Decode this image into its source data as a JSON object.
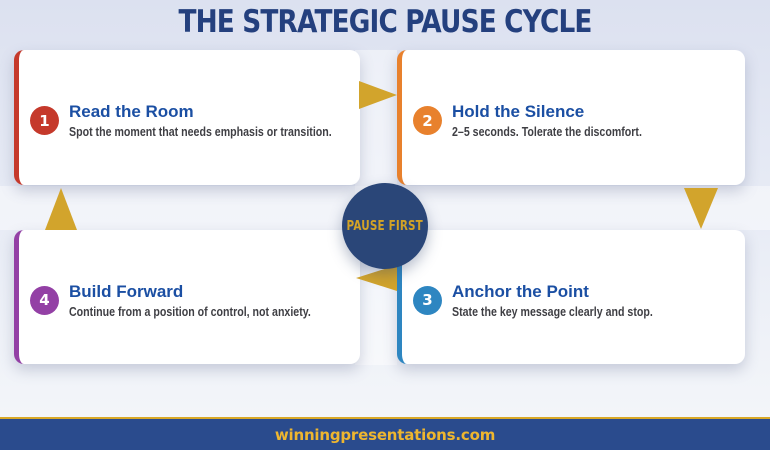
{
  "title": "THE STRATEGIC PAUSE CYCLE",
  "center_badge": {
    "label": "PAUSE FIRST"
  },
  "steps": [
    {
      "number": "1",
      "title": "Read the Room",
      "description": "Spot the moment that needs emphasis or transition.",
      "accent_color": "#c5392b"
    },
    {
      "number": "2",
      "title": "Hold the Silence",
      "description": "2–5 seconds. Tolerate the discomfort.",
      "accent_color": "#e8812d"
    },
    {
      "number": "3",
      "title": "Anchor the Point",
      "description": "State the key message clearly and stop.",
      "accent_color": "#2e86c1"
    },
    {
      "number": "4",
      "title": "Build Forward",
      "description": "Continue from a position of control, not anxiety.",
      "accent_color": "#9340a5"
    }
  ],
  "footer": {
    "website": "winningpresentations.com"
  },
  "colors": {
    "title_text": "#24407e",
    "card_title_text": "#1b4fa3",
    "card_body_text": "#3f3f44",
    "arrow_gold": "#d2a42c",
    "center_circle": "#2a4678",
    "center_label_gold": "#d3a326",
    "footer_bar": "#2a4b8d",
    "footer_text_gold": "#eeb62f",
    "footer_rule_gold": "#d9a827"
  }
}
